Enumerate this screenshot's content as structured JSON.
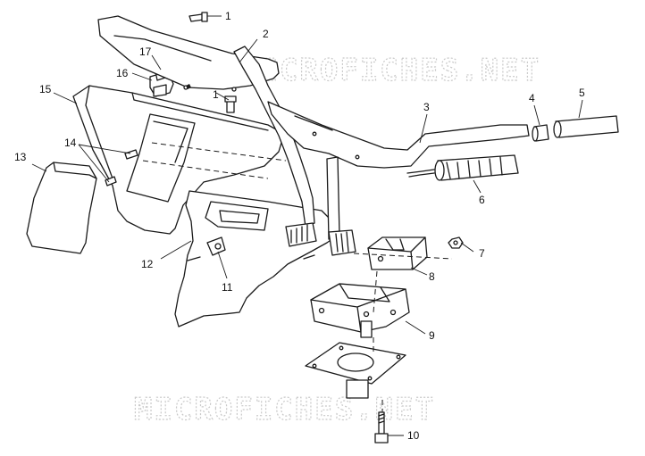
{
  "watermarks": {
    "top": "MICROFICHES.NET",
    "bottom": "MICROFICHES.NET"
  },
  "callouts": {
    "c1a": "1",
    "c1b": "1",
    "c2": "2",
    "c3": "3",
    "c4": "4",
    "c5": "5",
    "c6": "6",
    "c7": "7",
    "c8": "8",
    "c9": "9",
    "c10": "10",
    "c11": "11",
    "c12": "12",
    "c13": "13",
    "c14": "14",
    "c15": "15",
    "c16": "16",
    "c17": "17"
  }
}
